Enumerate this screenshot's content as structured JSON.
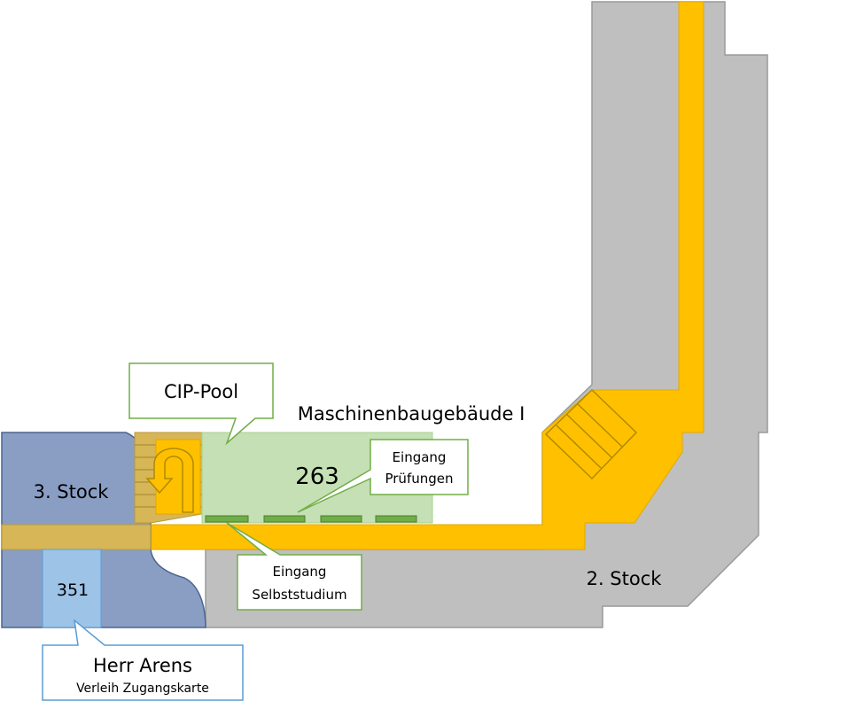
{
  "building": {
    "name": "Maschinenbaugebäude I"
  },
  "floors": {
    "third": "3. Stock",
    "second": "2. Stock"
  },
  "rooms": {
    "cip_pool": "263",
    "office": "351"
  },
  "callouts": {
    "cip_pool": "CIP-Pool",
    "entrance_exams": {
      "line1": "Eingang",
      "line2": "Prüfungen"
    },
    "entrance_selfstudy": {
      "line1": "Eingang",
      "line2": "Selbststudium"
    },
    "contact": {
      "name": "Herr Arens",
      "role": "Verleih Zugangskarte"
    }
  },
  "colors": {
    "corridor": "#ffc000",
    "stair_zone": "#d6b656",
    "building_second_floor": "#bfbfbf",
    "building_third_floor": "#8a9ec4",
    "room_cip": "#c5e0b4",
    "room_office": "#9dc3e6",
    "door": "#70ad47",
    "callout_green_border": "#70ad47",
    "callout_blue_border": "#5b9bd5"
  }
}
